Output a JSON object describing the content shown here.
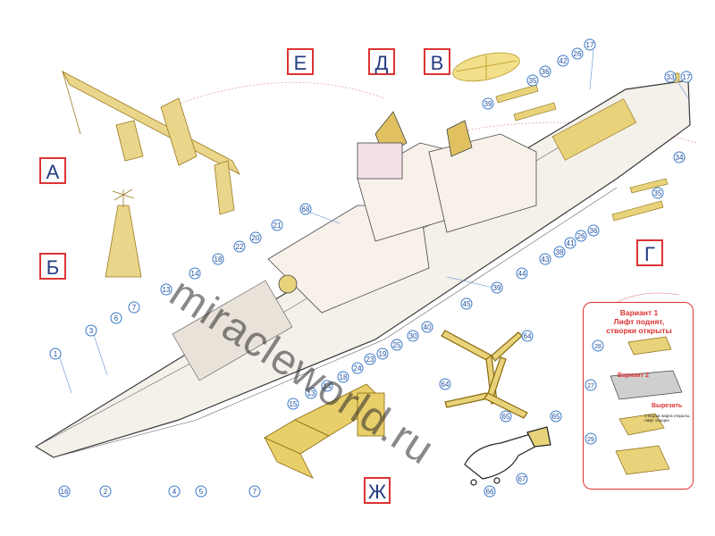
{
  "diagram": {
    "section_labels": [
      "Е",
      "Д",
      "В",
      "А",
      "Б",
      "Г",
      "Ж"
    ],
    "part_numbers": [
      "1",
      "2",
      "3",
      "4",
      "5",
      "6",
      "7",
      "13",
      "14",
      "15",
      "16",
      "17",
      "18",
      "19",
      "20",
      "21",
      "22",
      "23",
      "24",
      "25",
      "26",
      "28",
      "27",
      "29",
      "30",
      "33",
      "34",
      "35",
      "36",
      "38",
      "39",
      "40",
      "41",
      "42",
      "43",
      "44",
      "45",
      "64",
      "65",
      "66",
      "67",
      "68"
    ],
    "inset": {
      "title_line1": "Вариант 1",
      "title_line2": "Лифт поднят,",
      "title_line3": "створки открыты",
      "variant2_label": "Вариант 2",
      "cut_label": "Вырезать",
      "note_line1": "Створки лифта открыты,",
      "note_line2": "лифт опущен",
      "part_28": "28",
      "part_27": "27",
      "part_29": "29"
    },
    "watermark": "miracleworld.ru",
    "colors": {
      "hull": "#f4f0ea",
      "parts_yellow": "#e8d27a",
      "outline": "#3a3a3a",
      "callout": "#3a78c8",
      "box_border": "#dd3333"
    }
  }
}
